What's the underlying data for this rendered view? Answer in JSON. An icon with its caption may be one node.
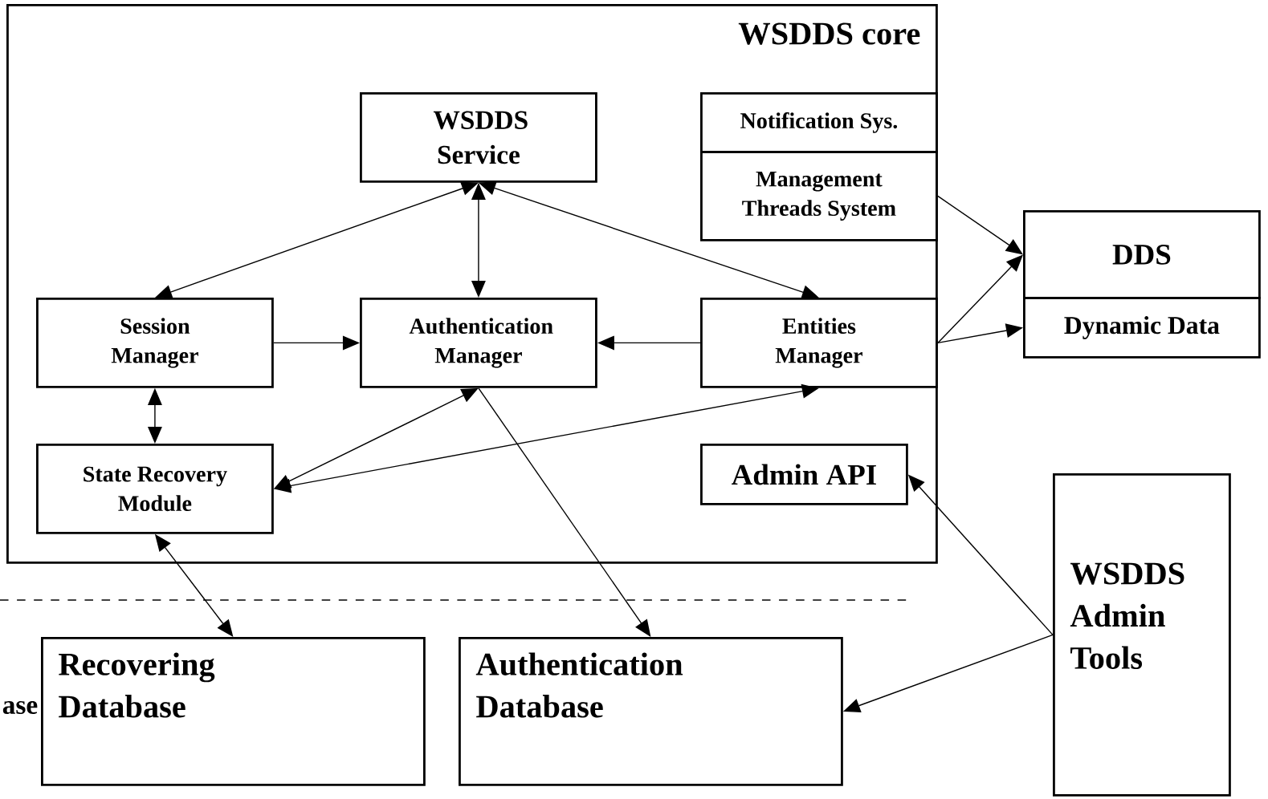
{
  "diagram": {
    "nodes": [
      {
        "text": [
          "WSDDS core"
        ]
      },
      {
        "text": [
          "WSDDS Service"
        ],
        "in": 0
      },
      {
        "text": [
          "Notification Sys."
        ],
        "in": 0
      },
      {
        "text": [
          "Management Threads System"
        ],
        "in": 0
      },
      {
        "text": [
          "Session Manager"
        ],
        "in": 0
      },
      {
        "text": [
          "Authentication Manager"
        ],
        "in": 0
      },
      {
        "text": [
          "Entities Manager"
        ],
        "in": 0
      },
      {
        "text": [
          "State Recovery Module"
        ],
        "in": 0
      },
      {
        "text": [
          "Admin API"
        ],
        "in": 0
      },
      {
        "text": [
          "DDS"
        ]
      },
      {
        "text": [
          "Dynamic Data"
        ]
      },
      {
        "text": [
          "Recovering Database"
        ]
      },
      {
        "text": [
          "Authentication Database"
        ]
      },
      {
        "text": [
          "WSDDS Admin Tools"
        ]
      }
    ],
    "edges": [
      {
        "from": 1,
        "to": 4,
        "arrow": "both"
      },
      {
        "from": 1,
        "to": 5,
        "arrow": "both"
      },
      {
        "from": 1,
        "to": 6,
        "arrow": "both"
      },
      {
        "from": 4,
        "to": 5,
        "arrow": "to"
      },
      {
        "from": 6,
        "to": 5,
        "arrow": "to"
      },
      {
        "from": 4,
        "to": 7,
        "arrow": "both"
      },
      {
        "from": 5,
        "to": 7,
        "arrow": "both"
      },
      {
        "from": 6,
        "to": 7,
        "arrow": "both"
      },
      {
        "from": 7,
        "to": 11,
        "arrow": "both"
      },
      {
        "from": 5,
        "to": 12,
        "arrow": "to"
      },
      {
        "from": 13,
        "to": 8,
        "arrow": "to"
      },
      {
        "from": 13,
        "to": 12,
        "arrow": "to"
      },
      {
        "from": 3,
        "to": 9,
        "arrow": "to"
      },
      {
        "from": 6,
        "to": 9,
        "arrow": "to"
      },
      {
        "from": 6,
        "to": 10,
        "arrow": "to"
      }
    ],
    "labels": [
      "ase"
    ]
  }
}
